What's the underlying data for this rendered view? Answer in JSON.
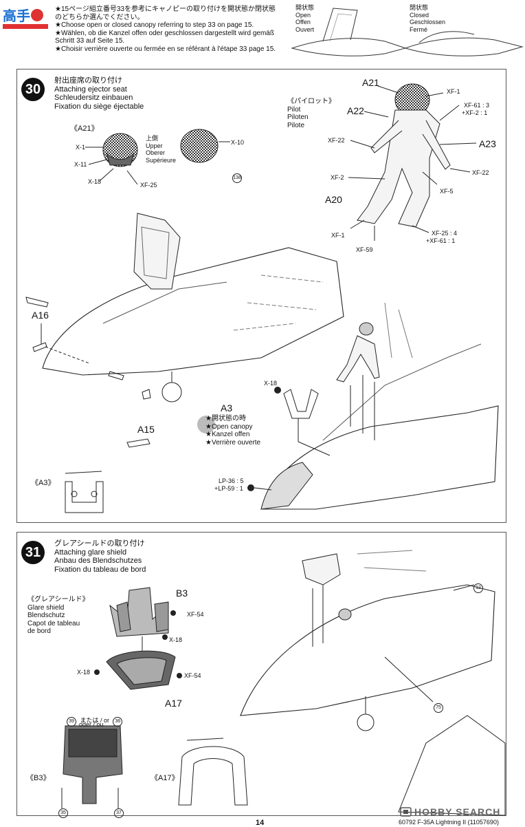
{
  "header": {
    "logo_text": "",
    "notes": [
      "★15ページ組立番号33を参考にキャノピーの取り付けを開状態か閉状態",
      "のどちらか選んでください。",
      "★Choose open or closed canopy referring to step 33 on page 15.",
      "★Wählen, ob die Kanzel offen oder geschlossen dargestellt wird gemäß",
      "Schritt 33 auf Seite 15.",
      "★Choisir verrière ouverte ou fermée en se référant à l'étape 33 page 15."
    ],
    "open_label": [
      "開状態",
      "Open",
      "Offen",
      "Ouvert"
    ],
    "closed_label": [
      "閉状態",
      "Closed",
      "Geschlossen",
      "Fermé"
    ]
  },
  "step30": {
    "number": "30",
    "title": [
      "射出座席の取り付け",
      "Attaching ejector seat",
      "Schleudersitz einbauen",
      "Fixation du siège éjectable"
    ],
    "a21_label": "《A21》",
    "upper_label": [
      "上側",
      "Upper",
      "Oberer",
      "Supérieure"
    ],
    "pilot_label": [
      "《パイロット》",
      "Pilot",
      "Piloten",
      "Pilote"
    ],
    "colors": {
      "x1": "X-1",
      "x11": "X-11",
      "x18": "X-18",
      "xf25": "XF-25",
      "x10": "X-10",
      "xf1": "XF-1",
      "xf61": "XF-61 : 3",
      "xf2": "+XF-2 : 1",
      "xf22a": "XF-22",
      "xf2b": "XF-2",
      "xf5": "XF-5",
      "xf22b": "XF-22",
      "xf1b": "XF-1",
      "xf59": "XF-59",
      "xf25b": "XF-25 : 4",
      "xf61b": "+XF-61 : 1",
      "x18b": "X-18",
      "lp36": "LP-36 : 5",
      "lp59": "+LP-59 : 1"
    },
    "ref138": "138",
    "parts": {
      "a21": "A21",
      "a22": "A22",
      "a23": "A23",
      "a20": "A20",
      "a16": "A16",
      "a15": "A15",
      "a3": "A3",
      "a3_label": "《A3》"
    },
    "open_canopy_note": [
      "★開状態の時",
      "★Open canopy",
      "★Kanzel offen",
      "★Verrière ouverte"
    ]
  },
  "step31": {
    "number": "31",
    "title": [
      "グレアシールドの取り付け",
      "Attaching glare shield",
      "Anbau des Blendschutzes",
      "Fixation du tableau de bord"
    ],
    "glare_label": [
      "《グレアシールド》",
      "Glare shield",
      "Blendschutz",
      "Capot de tableau",
      "de bord"
    ],
    "parts": {
      "b3": "B3",
      "a17": "A17",
      "b3_label": "《B3》",
      "a17_label": "《A17》"
    },
    "colors": {
      "xf54a": "XF-54",
      "x18a": "X-18",
      "x18b": "X-18",
      "xf54b": "XF-54"
    },
    "either_or": [
      "または / or",
      "oder / ou"
    ],
    "refs": {
      "r39": "39",
      "r36": "36",
      "r35": "35",
      "r37": "37",
      "r12": "12",
      "r75": "75"
    }
  },
  "footer": {
    "page_number": "14",
    "product": "60792 F-35A Lightning II (11057690)",
    "watermark": "HOBBY SEARCH"
  }
}
